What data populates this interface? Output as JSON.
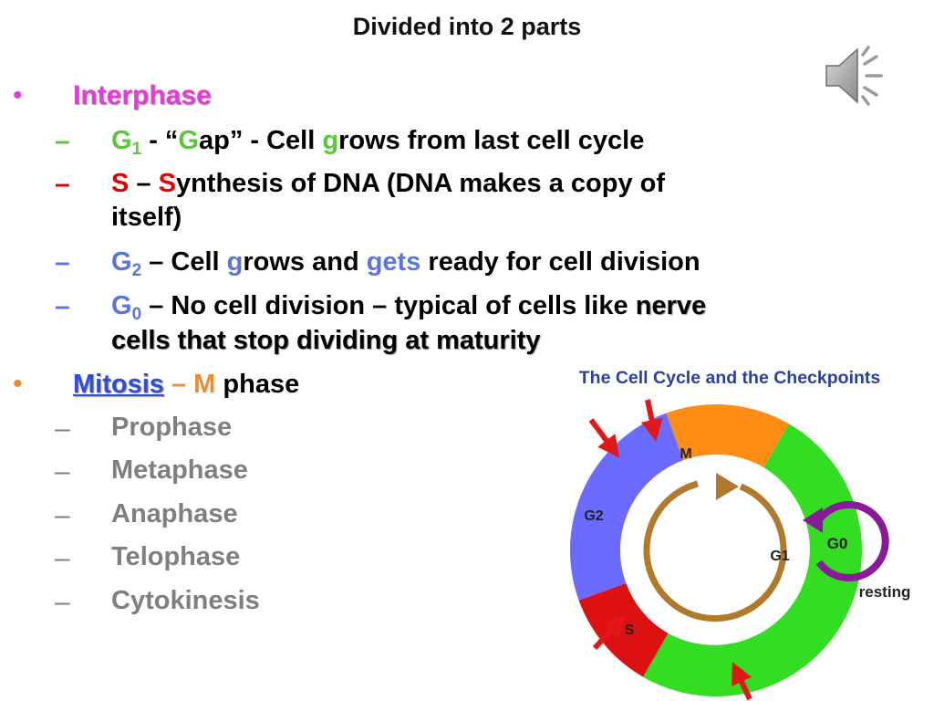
{
  "slide": {
    "title": "Divided into 2 parts",
    "speaker_icon": "speaker-icon",
    "interphase": {
      "bullet": "•",
      "label": "Interphase",
      "items": [
        {
          "dash": "–",
          "g": "G",
          "sub": "1",
          "t1": " - “",
          "g2": "G",
          "t2": "ap” -  Cell ",
          "g3": "g",
          "t3": "rows from last cell cycle"
        },
        {
          "dash": "–",
          "s": "S",
          "t1": " – ",
          "s2": "S",
          "t2": "ynthesis of DNA (DNA makes a copy of",
          "t3": "itself)"
        },
        {
          "dash": "–",
          "g": "G",
          "sub": "2",
          "t1": " – Cell ",
          "g2": "g",
          "t2": "rows and ",
          "gets": "gets",
          "t3": " ready for cell division"
        },
        {
          "dash": "–",
          "g": "G",
          "sub": "0",
          "t1": " – No cell division – typical of cells like ",
          "t2": "nerve",
          "t3": "cells that stop dividing at maturity"
        }
      ]
    },
    "mitosis": {
      "bullet": "•",
      "label": "Mitosis",
      "dash": " – ",
      "m": "M",
      "rest": " phase",
      "phases": [
        "Prophase",
        "Metaphase",
        "Anaphase",
        "Telophase",
        "Cytokinesis"
      ],
      "phase_dash": "–"
    },
    "diagram": {
      "title": "The Cell Cycle and the Checkpoints",
      "labels": {
        "m": "M",
        "g2": "G2",
        "g1": "G1",
        "s": "S",
        "g0": "G0",
        "resting": "resting"
      }
    },
    "colors": {
      "magenta": "#e83ad9",
      "green": "#5cc73b",
      "red": "#e60000",
      "blue": "#5b74e0",
      "orange": "#f08a2c",
      "link_blue": "#2e4fd6",
      "gray": "#7f7f7f"
    }
  }
}
